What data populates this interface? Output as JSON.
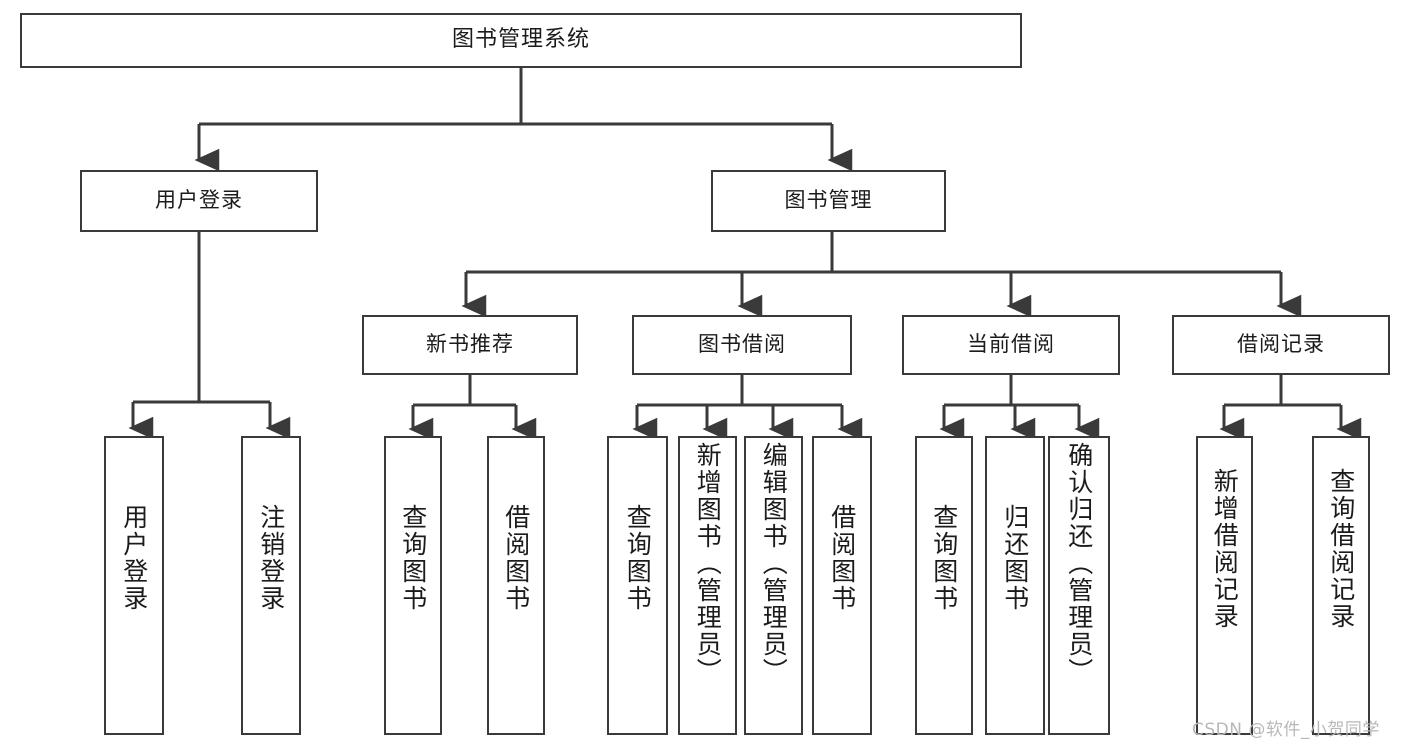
{
  "diagram": {
    "title": "图书管理系统",
    "type": "tree-hierarchy-chart",
    "orientation": "top-down",
    "colors": {
      "box_border": "#3a3a3a",
      "box_fill": "#ffffff",
      "edge": "#3a3a3a",
      "text": "#1b1b1b",
      "watermark": "#b8b8b8"
    }
  },
  "nodes": {
    "root": {
      "label": "图书管理系统"
    },
    "level2": [
      {
        "id": "user-login",
        "label": "用户登录"
      },
      {
        "id": "book-manage",
        "label": "图书管理"
      }
    ],
    "level3": [
      {
        "id": "new-book-recommend",
        "label": "新书推荐"
      },
      {
        "id": "book-borrow",
        "label": "图书借阅"
      },
      {
        "id": "current-borrow",
        "label": "当前借阅"
      },
      {
        "id": "borrow-record",
        "label": "借阅记录"
      }
    ],
    "leaves": {
      "user_login": [
        {
          "id": "leaf-user-login",
          "label": "用户登录"
        },
        {
          "id": "leaf-logout-login",
          "label": "注销登录"
        }
      ],
      "new_book_recommend": [
        {
          "id": "leaf-query-book-1",
          "label": "查询图书"
        },
        {
          "id": "leaf-borrow-book-1",
          "label": "借阅图书"
        }
      ],
      "book_borrow": [
        {
          "id": "leaf-query-book-2",
          "label": "查询图书"
        },
        {
          "id": "leaf-add-book",
          "label": "新增图书（管理员）"
        },
        {
          "id": "leaf-edit-book",
          "label": "编辑图书（管理员）"
        },
        {
          "id": "leaf-borrow-book-2",
          "label": "借阅图书"
        }
      ],
      "current_borrow": [
        {
          "id": "leaf-query-book-3",
          "label": "查询图书"
        },
        {
          "id": "leaf-return-book",
          "label": "归还图书"
        },
        {
          "id": "leaf-confirm-return",
          "label": "确认归还（管理员）"
        }
      ],
      "borrow_record": [
        {
          "id": "leaf-add-record",
          "label": "新增借阅记录"
        },
        {
          "id": "leaf-query-record",
          "label": "查询借阅记录"
        }
      ]
    }
  },
  "watermark": {
    "text": "CSDN @软件_小贺同学"
  }
}
